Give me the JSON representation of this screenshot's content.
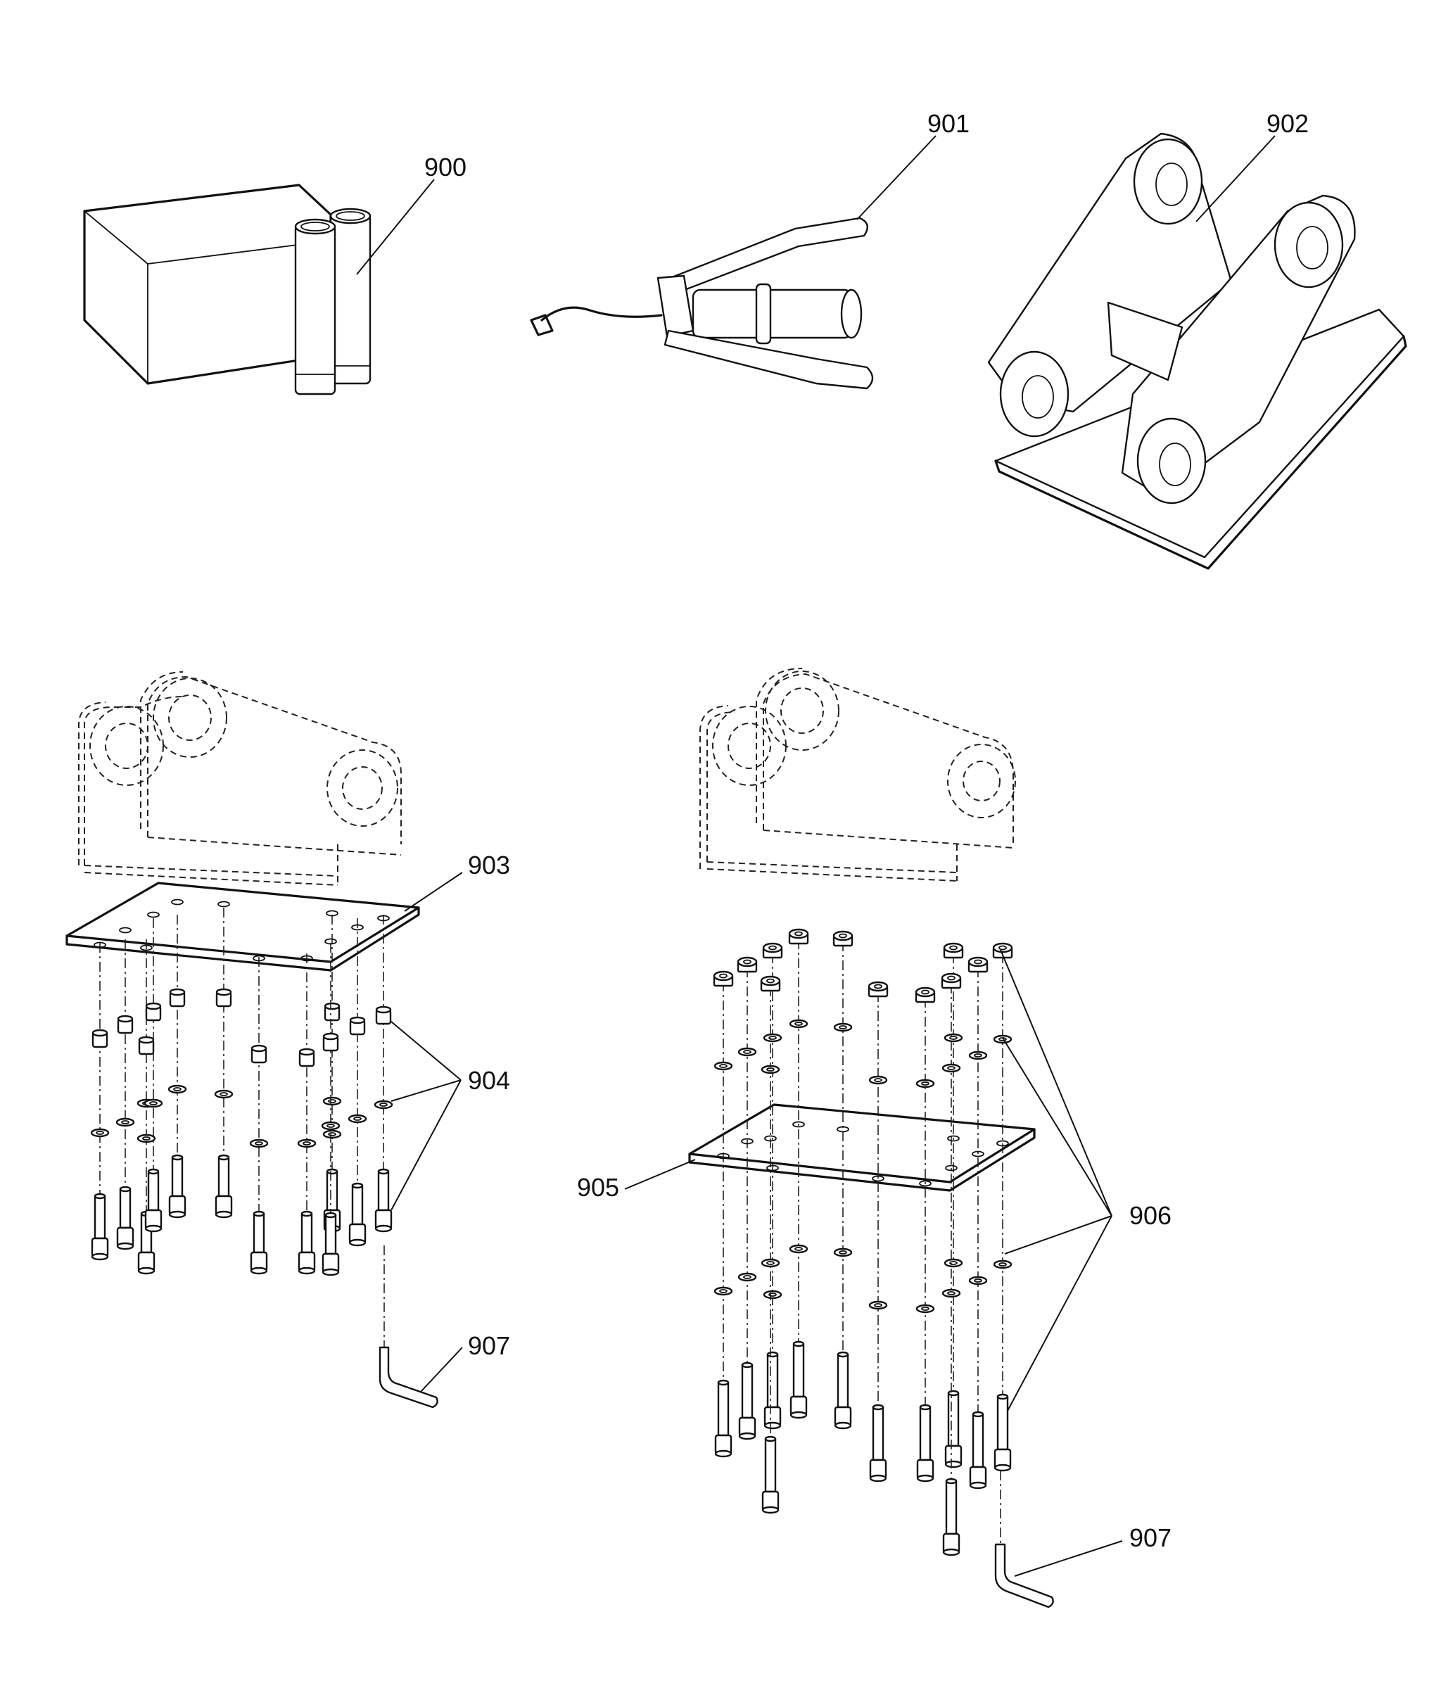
{
  "callouts": {
    "c900": "900",
    "c901": "901",
    "c902": "902",
    "c903": "903",
    "c904": "904",
    "c905": "905",
    "c906": "906",
    "c907a": "907",
    "c907b": "907"
  }
}
